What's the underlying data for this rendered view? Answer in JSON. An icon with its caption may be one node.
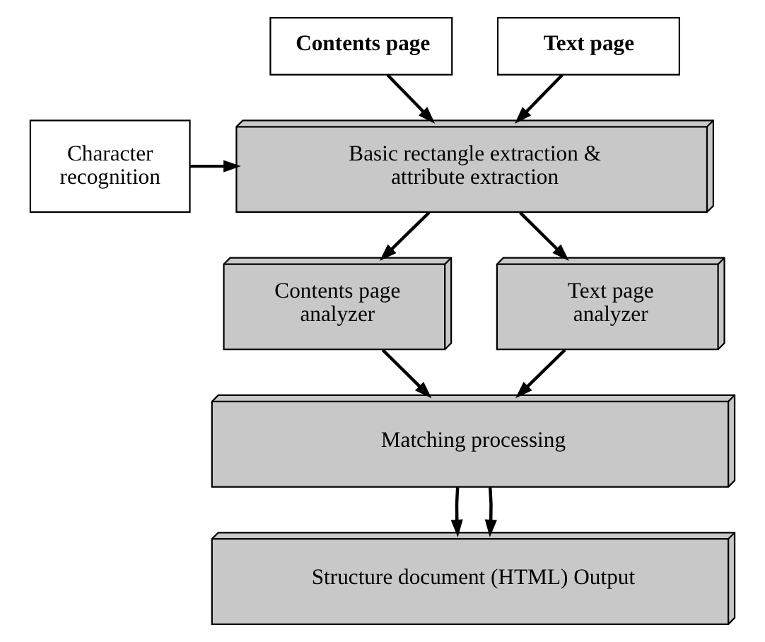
{
  "diagram": {
    "nodes": [
      {
        "text": [
          "Contents page"
        ]
      },
      {
        "text": [
          "Text page"
        ]
      },
      {
        "text": [
          "Basic rectangle extraction & attribute extraction"
        ]
      },
      {
        "text": [
          "Character recognition"
        ]
      },
      {
        "text": [
          "Contents page analyzer"
        ]
      },
      {
        "text": [
          "Text page analyzer"
        ]
      },
      {
        "text": [
          "Matching processing"
        ]
      },
      {
        "text": [
          "Structure document (HTML) Output"
        ]
      }
    ],
    "edges": [
      {
        "from": 0,
        "to": 2,
        "arrow": "to"
      },
      {
        "from": 1,
        "to": 2,
        "arrow": "to"
      },
      {
        "from": 3,
        "to": 2,
        "arrow": "to"
      },
      {
        "from": 2,
        "to": 4,
        "arrow": "to"
      },
      {
        "from": 2,
        "to": 5,
        "arrow": "to"
      },
      {
        "from": 4,
        "to": 6,
        "arrow": "to"
      },
      {
        "from": 5,
        "to": 6,
        "arrow": "to"
      },
      {
        "from": 6,
        "to": 7,
        "arrow": "to"
      },
      {
        "from": 6,
        "to": 7,
        "arrow": "to"
      }
    ]
  }
}
